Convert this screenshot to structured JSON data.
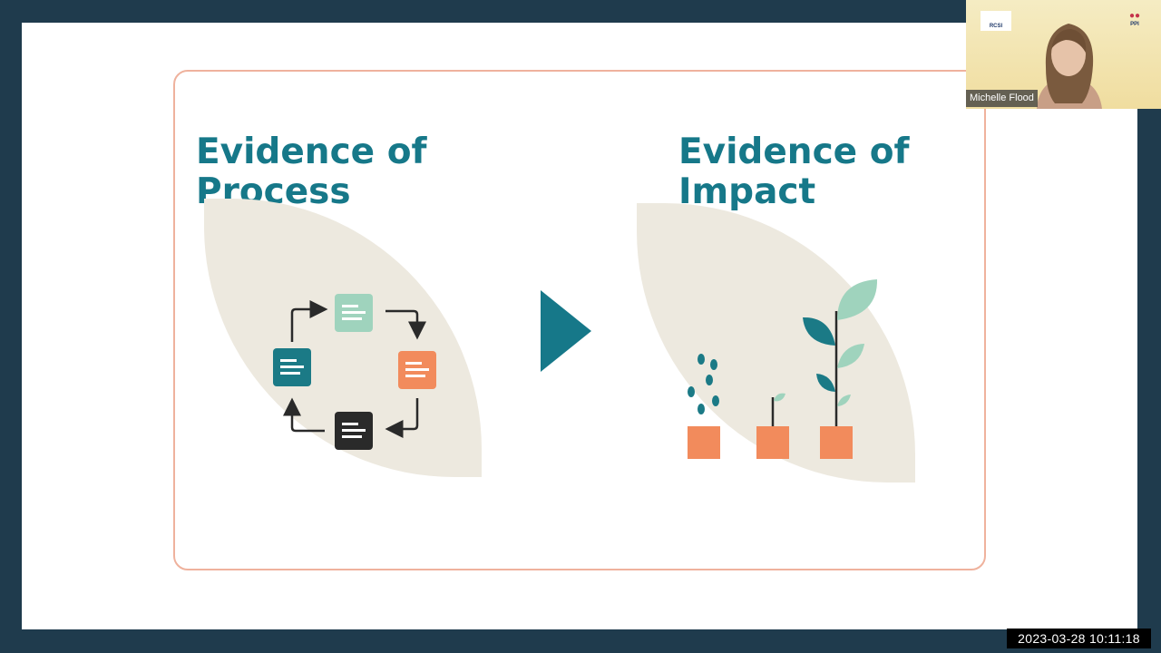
{
  "slide": {
    "left_heading": {
      "line1": "Evidence of",
      "line2": "Process"
    },
    "right_heading": {
      "line1": "Evidence of",
      "line2": "Impact"
    },
    "left_illustration_icon": "cycle-of-documents-icon",
    "center_icon": "play-arrow-icon",
    "right_illustration_icon": "growing-plants-icon",
    "colors": {
      "heading": "#167889",
      "frame_border": "#efb29d",
      "leaf": "#ede9df",
      "teal": "#1b7a86",
      "mint": "#9fd3bd",
      "orange": "#f28b5c",
      "dark": "#2a2a2a"
    }
  },
  "video": {
    "presenter_name": "Michelle Flood",
    "logo_left_text": "RCSI",
    "logo_right_text": "PPI"
  },
  "timestamp": "2023-03-28  10:11:18"
}
